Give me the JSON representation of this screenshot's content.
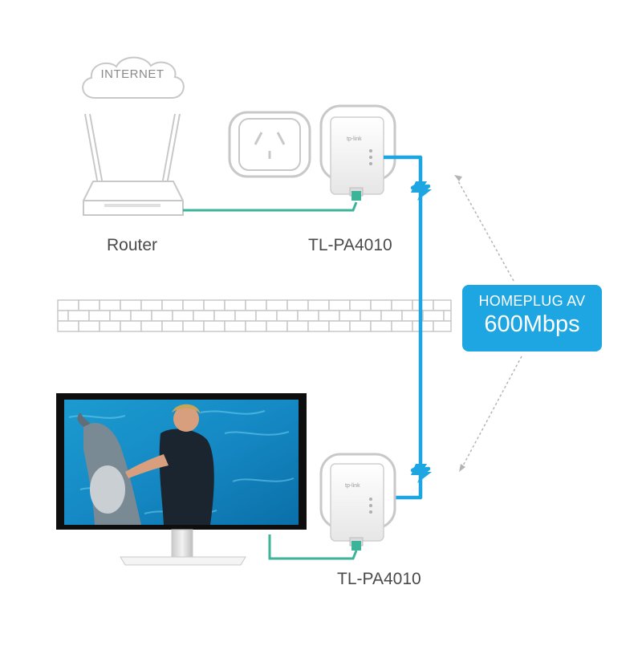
{
  "cloud": {
    "label": "INTERNET"
  },
  "router": {
    "label": "Router"
  },
  "adapter_top": {
    "label": "TL-PA4010",
    "brand": "tp-link"
  },
  "adapter_bottom": {
    "label": "TL-PA4010",
    "brand": "tp-link"
  },
  "badge": {
    "line1": "HOMEPLUG AV",
    "line2": "600Mbps"
  },
  "colors": {
    "powerline": "#1ea6e2",
    "ethernet": "#3cb49a",
    "outline": "#c8c8c8",
    "badge": "#1ea6e2",
    "arrow": "#b4b4b4"
  },
  "icons": [
    "cloud-icon",
    "router-icon",
    "wall-socket-icon",
    "powerline-adapter-icon",
    "monitor-icon",
    "wall-icon",
    "lightning-icon"
  ]
}
